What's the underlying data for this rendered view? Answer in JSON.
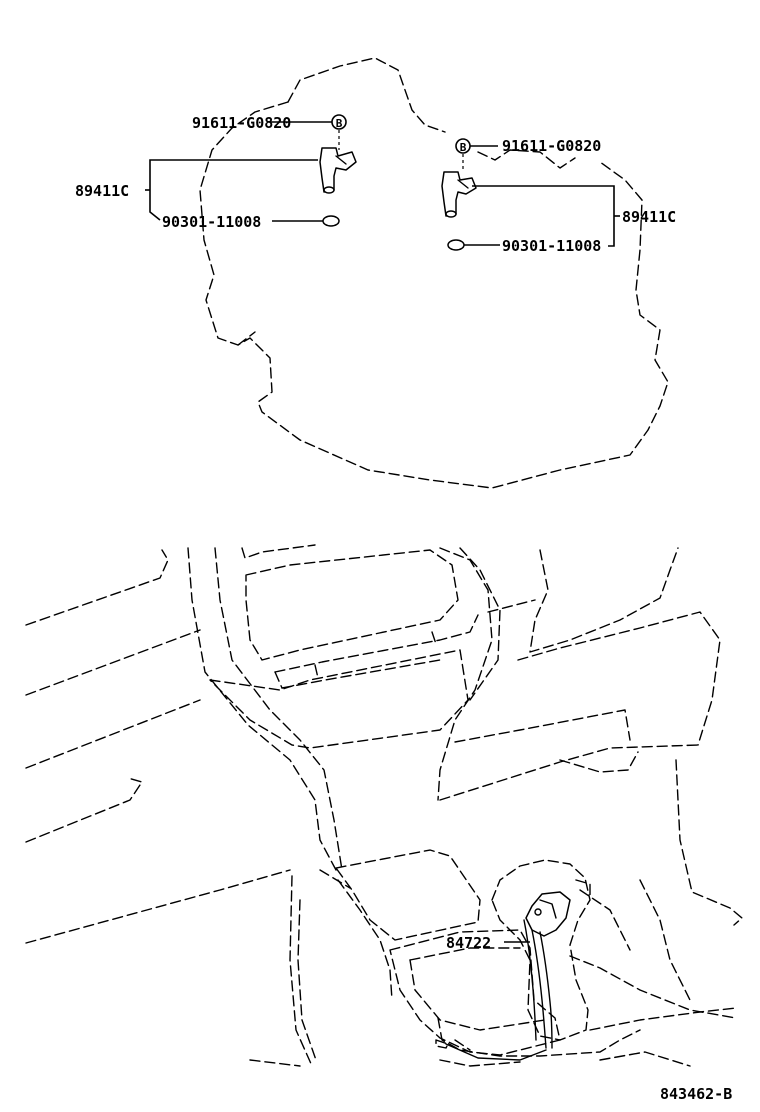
{
  "diagram": {
    "labels": {
      "bolt_left": "91611-G0820",
      "bolt_right": "91611-G0820",
      "sensor_left": "89411C",
      "sensor_right": "89411C",
      "oring_left": "90301-11008",
      "oring_right": "90301-11008",
      "shift_part": "84722",
      "figure_code": "843462-B"
    },
    "bolt_marker": "B"
  }
}
